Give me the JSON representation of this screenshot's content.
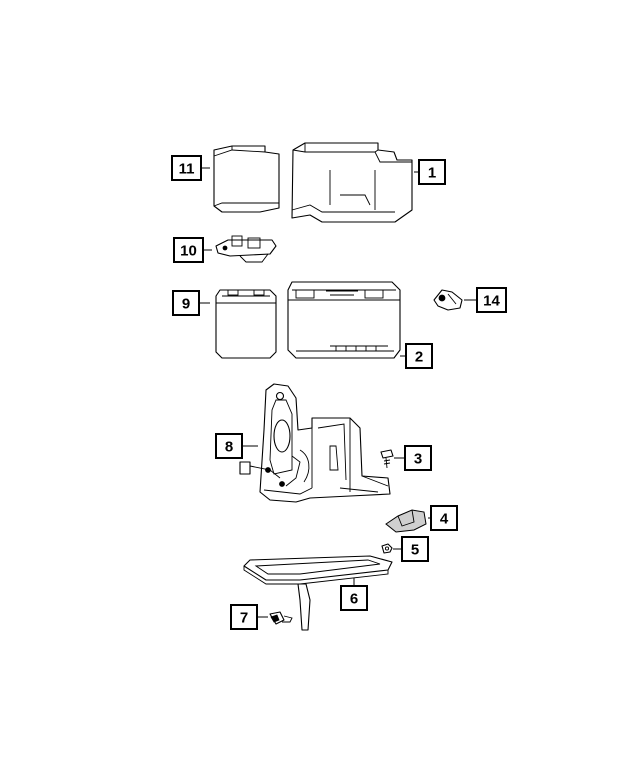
{
  "callouts": [
    {
      "label": "11"
    },
    {
      "label": "1"
    },
    {
      "label": "10"
    },
    {
      "label": "9"
    },
    {
      "label": "14"
    },
    {
      "label": "2"
    },
    {
      "label": "8"
    },
    {
      "label": "3"
    },
    {
      "label": "4"
    },
    {
      "label": "5"
    },
    {
      "label": "6"
    },
    {
      "label": "7"
    }
  ]
}
